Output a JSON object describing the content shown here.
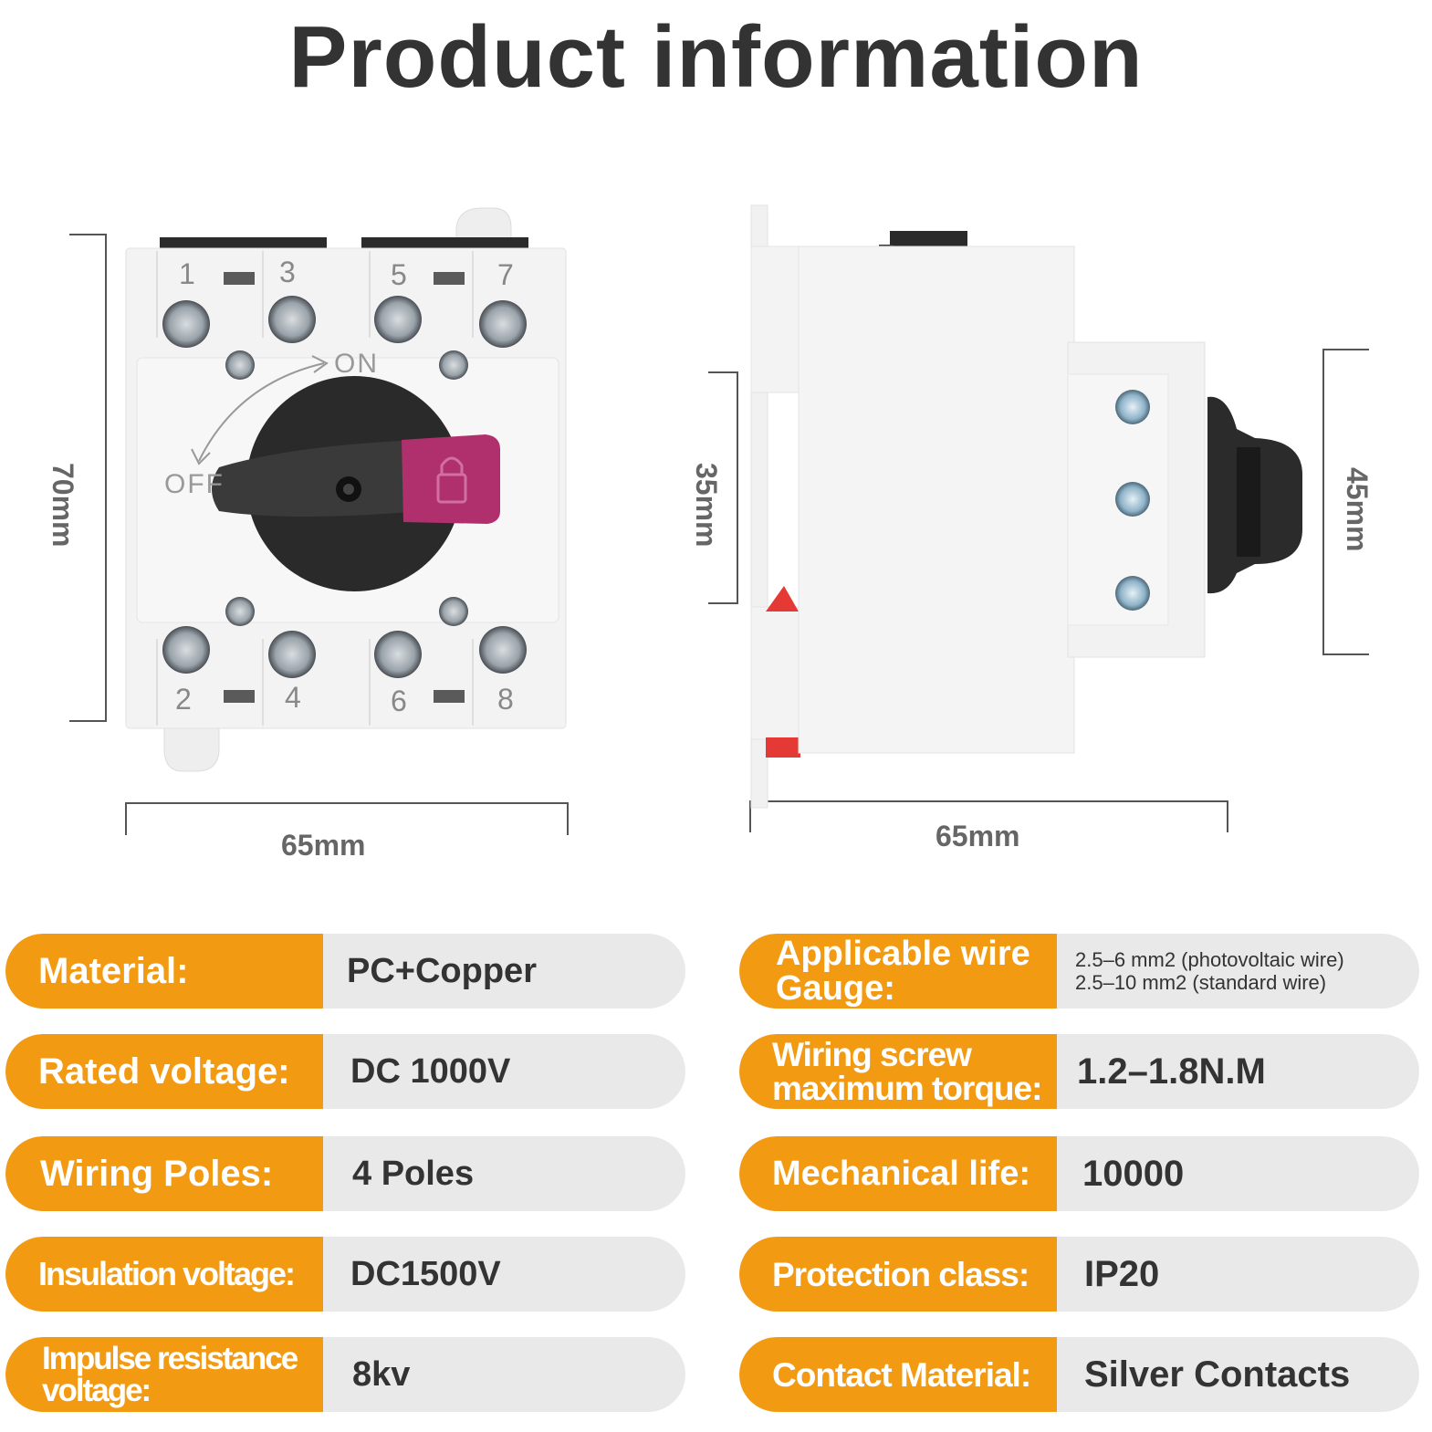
{
  "title": "Product information",
  "dimensions": {
    "front_height": "70mm",
    "front_width": "65mm",
    "side_mount": "35mm",
    "side_depth": "45mm",
    "side_width": "65mm"
  },
  "terminals": {
    "top": [
      "1",
      "3",
      "5",
      "7"
    ],
    "bottom": [
      "2",
      "4",
      "6",
      "8"
    ]
  },
  "dial": {
    "on": "ON",
    "off": "OFF"
  },
  "colors": {
    "accent": "#f29a12",
    "row_bg": "#e9e9e9",
    "lock": "#b0306e"
  },
  "specs_left": [
    {
      "label": "Material:",
      "value": "PC+Copper"
    },
    {
      "label": "Rated voltage:",
      "value": "DC 1000V"
    },
    {
      "label": "Wiring Poles:",
      "value": "4 Poles"
    },
    {
      "label": "Insulation voltage:",
      "value": "DC1500V"
    },
    {
      "label_line1": "Impulse resistance",
      "label_line2": "voltage:",
      "value": "8kv"
    }
  ],
  "specs_right": [
    {
      "label_line1": "Applicable wire",
      "label_line2": "Gauge:",
      "value_line1": "2.5–6 mm2 (photovoltaic wire)",
      "value_line2": "2.5–10 mm2 (standard wire)"
    },
    {
      "label_line1": "Wiring screw",
      "label_line2": "maximum torque:",
      "value": "1.2–1.8N.M"
    },
    {
      "label": "Mechanical life:",
      "value": "10000"
    },
    {
      "label": "Protection class:",
      "value": "IP20"
    },
    {
      "label": "Contact Material:",
      "value": "Silver Contacts"
    }
  ]
}
